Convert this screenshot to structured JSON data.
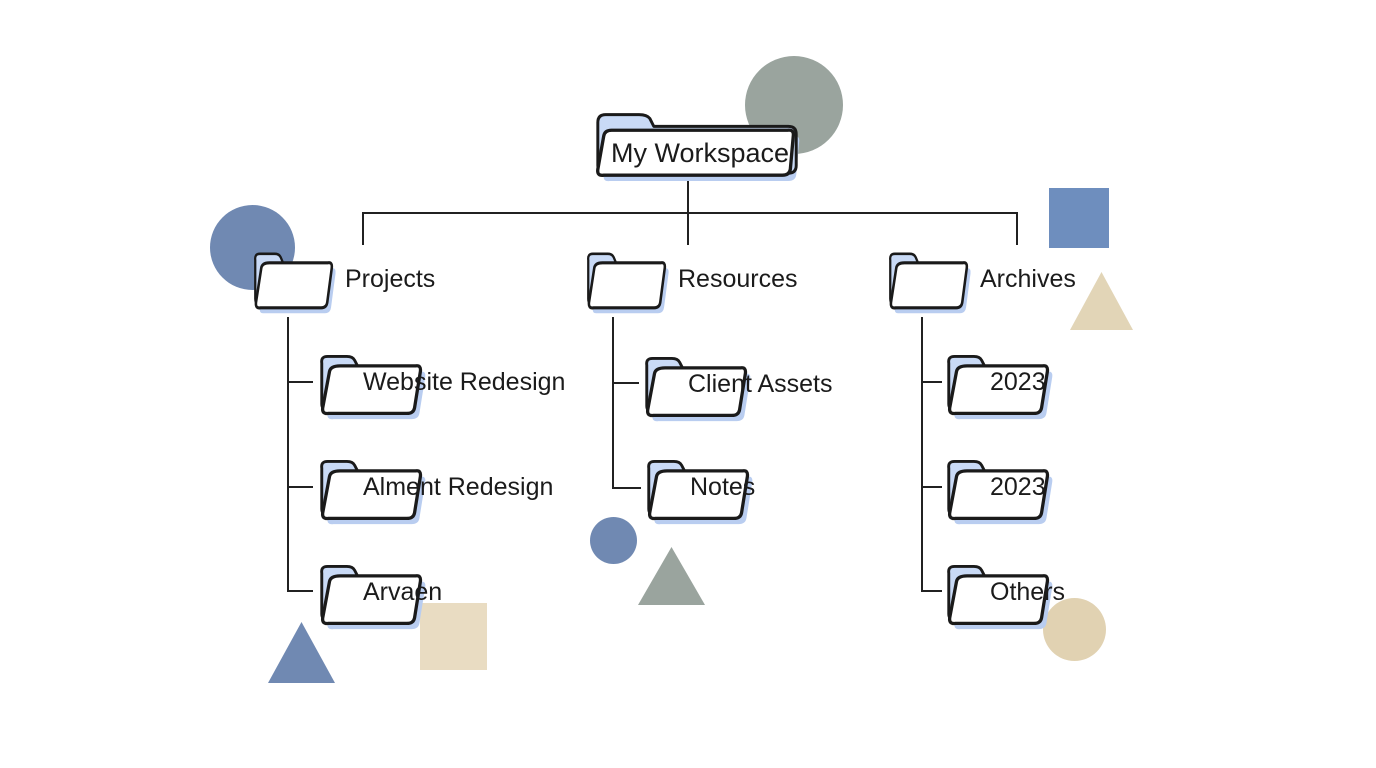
{
  "workspace_tree": {
    "node_icon": "folder-icon",
    "root": {
      "label": "My Workspace"
    },
    "branches": [
      {
        "label": "Projects",
        "children": [
          {
            "label": "Website Redesign"
          },
          {
            "label": "Alment Redesign"
          },
          {
            "label": "Arvaen"
          }
        ]
      },
      {
        "label": "Resources",
        "children": [
          {
            "label": "Client Assets"
          },
          {
            "label": "Notes"
          }
        ]
      },
      {
        "label": "Archives",
        "children": [
          {
            "label": "2023"
          },
          {
            "label": "2023"
          },
          {
            "label": "Others"
          }
        ]
      }
    ]
  },
  "colors": {
    "background": "#ffffff",
    "outline": "#1a1a1a",
    "folder_back": "#c9daf6",
    "folder_front": "#ffffff",
    "folder_shadow": "#b9cdf0",
    "accent_sage": "#9aa49e",
    "accent_blue": "#7089b2",
    "accent_steel_blue": "#6e8ebe",
    "accent_tan": "#e2d5b7",
    "accent_sand": "#e9dcc2",
    "accent_beige": "#e1d2b2"
  }
}
